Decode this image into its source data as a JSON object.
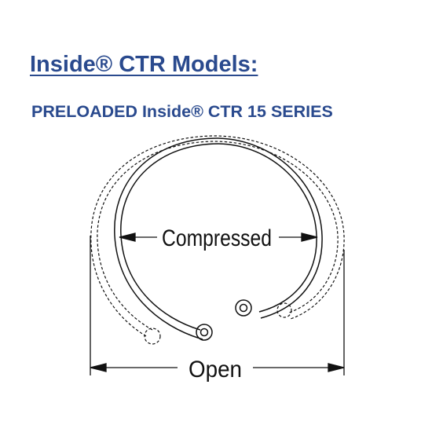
{
  "title": "Inside® CTR Models:",
  "subtitle": "PRELOADED Inside® CTR 15 SERIES",
  "diagram": {
    "compressed_label": "Compressed",
    "open_label": "Open",
    "colors": {
      "heading": "#2a4a8e",
      "lines": "#111111"
    }
  }
}
